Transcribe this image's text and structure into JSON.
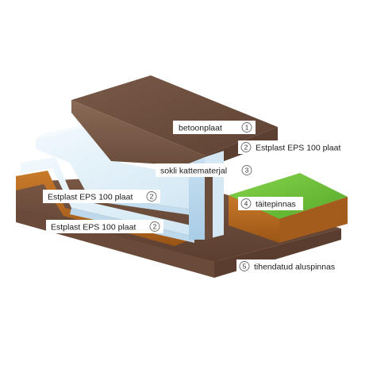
{
  "colors": {
    "concrete": "#6e4e3e",
    "insulation": "#dfeff8",
    "soil": "#6a4b38",
    "sand": "#b66a22",
    "grass": "#6fc33b",
    "label_bg": "#ffffff"
  },
  "labels": [
    {
      "key": "betoonplaat",
      "text": "betoonplaat",
      "badge": "1"
    },
    {
      "key": "eps_right",
      "text": "Estplast EPS 100 plaat",
      "badge": "2"
    },
    {
      "key": "sokli",
      "text": "sokli kattematerjal",
      "badge": "3"
    },
    {
      "key": "taitepinnas",
      "text": "täitepinnas",
      "badge": "4"
    },
    {
      "key": "eps_left_upper",
      "text": "Estplast EPS 100 plaat",
      "badge": "2"
    },
    {
      "key": "eps_left_lower",
      "text": "Estplast EPS 100 plaat",
      "badge": "2"
    },
    {
      "key": "tihendatud",
      "text": "tihendatud aluspinnas",
      "badge": "5"
    }
  ]
}
